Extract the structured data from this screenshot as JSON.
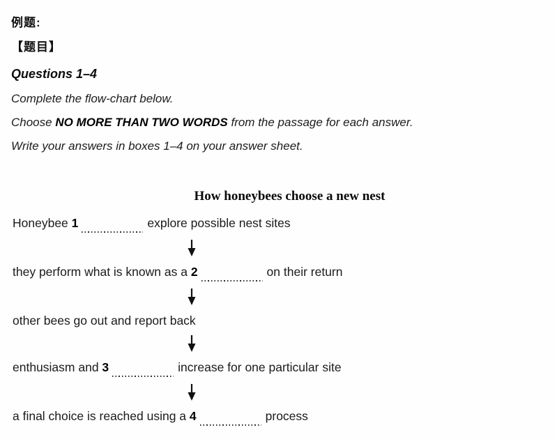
{
  "header": {
    "example_label": "例题:",
    "topic_label": "【题目】",
    "questions_heading": "Questions 1–4"
  },
  "instructions": {
    "line1": "Complete the flow-chart below.",
    "line2_pre": "Choose ",
    "line2_bold": "NO MORE THAN TWO WORDS",
    "line2_post": " from the passage for each answer.",
    "line3": "Write your answers in boxes 1–4 on your answer sheet."
  },
  "chart": {
    "title": "How honeybees choose a new nest",
    "steps": [
      {
        "pre": "Honeybee ",
        "num": "1",
        "post": "explore possible nest sites"
      },
      {
        "pre": "they perform what is known as a ",
        "num": "2",
        "post": "on their return"
      },
      {
        "text": "other bees go out and report back"
      },
      {
        "pre": "enthusiasm and ",
        "num": "3",
        "post": "increase for one particular site"
      },
      {
        "pre": "a final choice is reached using a ",
        "num": "4",
        "post": "process"
      }
    ]
  },
  "colors": {
    "text": "#1c1c1c",
    "background": "#fefefe",
    "arrow": "#111111"
  }
}
